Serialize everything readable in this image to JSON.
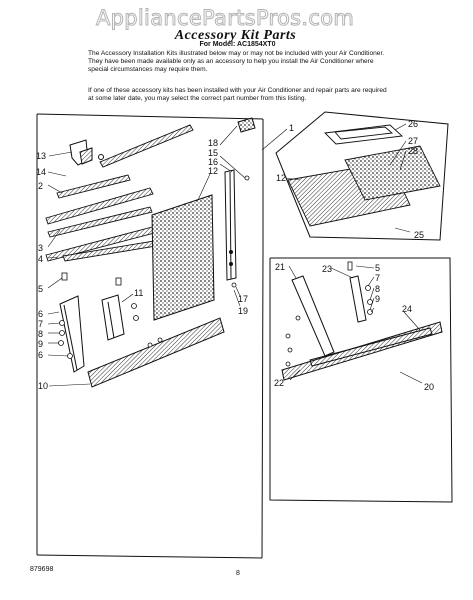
{
  "watermark": "AppliancePartsPros.com",
  "header": {
    "title": "Accessory Kit Parts",
    "model": "For Model: AC1854XT0"
  },
  "intro": {
    "p1": "The Accessory Installation Kits illustrated below may or may not be included with your Air Conditioner. They have been made available only as an accessory to help you install the Air Conditioner where special circumstances may require them.",
    "p2": "If one of these accessory kits has been installed with your Air Conditioner and repair parts are required at some later date, you may select the correct part number from this listing."
  },
  "callouts": {
    "n1": "1",
    "n2": "2",
    "n3": "3",
    "n4": "4",
    "n5a": "5",
    "n5b": "5",
    "n6a": "6",
    "n6b": "6",
    "n7a": "7",
    "n7b": "7",
    "n8a": "8",
    "n8b": "8",
    "n9a": "9",
    "n9b": "9",
    "n10": "10",
    "n11": "11",
    "n12a": "12",
    "n12b": "12",
    "n13": "13",
    "n14": "14",
    "n15": "15",
    "n16": "16",
    "n17": "17",
    "n18": "18",
    "n19": "19",
    "n20": "20",
    "n21": "21",
    "n22": "22",
    "n23": "23",
    "n24": "24",
    "n25": "25",
    "n26": "26",
    "n27": "27",
    "n28": "28"
  },
  "footer": {
    "doc_number": "879698",
    "page": "8"
  }
}
